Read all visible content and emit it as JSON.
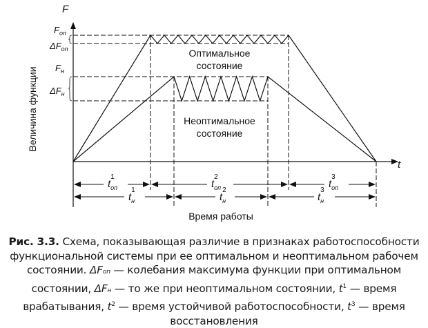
{
  "diagram": {
    "axis_y": "F",
    "axis_x": "t",
    "y_label": "Величина функции",
    "x_label": "Время работы",
    "f_op": "F",
    "f_op_sub": "оп",
    "delta_f_op": "ΔF",
    "delta_f_op_sub": "оп",
    "f_n": "F",
    "f_n_sub": "н",
    "delta_f_n": "ΔF",
    "delta_f_n_sub": "н",
    "optimal_state": [
      "Оптимальное",
      "состояние"
    ],
    "nonoptimal_state": [
      "Неоптимальное",
      "состояние"
    ],
    "t_op": [
      {
        "t": "t",
        "sub": "оп",
        "sup": "1"
      },
      {
        "t": "t",
        "sub": "оп",
        "sup": "2"
      },
      {
        "t": "t",
        "sub": "оп",
        "sup": "3"
      }
    ],
    "t_n": [
      {
        "t": "t",
        "sub": "н",
        "sup": "1"
      },
      {
        "t": "t",
        "sub": "н",
        "sup": "2"
      },
      {
        "t": "t",
        "sub": "н",
        "sup": "3"
      }
    ]
  },
  "caption": {
    "label": "Рис. 3.3.",
    "line1": " Схема, показывающая различие в признаках работоспособности",
    "line2": "функциональной системы при ее оптимальном и неоптимальном рабочем",
    "line3_a": "состоянии. ",
    "line3_sym": "ΔF",
    "line3_sub": "оп",
    "line3_b": " — колебания максимума функции при оптимальном",
    "line4_a": "состоянии, ",
    "line4_sym": "ΔF",
    "line4_sub": "н",
    "line4_b": " — то же при неоптимальном состоянии, ",
    "line4_t": "t",
    "line4_sup": "1",
    "line4_c": " — время",
    "line5_a": "врабатывания, ",
    "line5_t": "t",
    "line5_sup": "2",
    "line5_b": " — время устойчивой работоспособности, ",
    "line5_t2": "t",
    "line5_sup2": "3",
    "line5_c": " — время",
    "line6": "восстановления"
  }
}
